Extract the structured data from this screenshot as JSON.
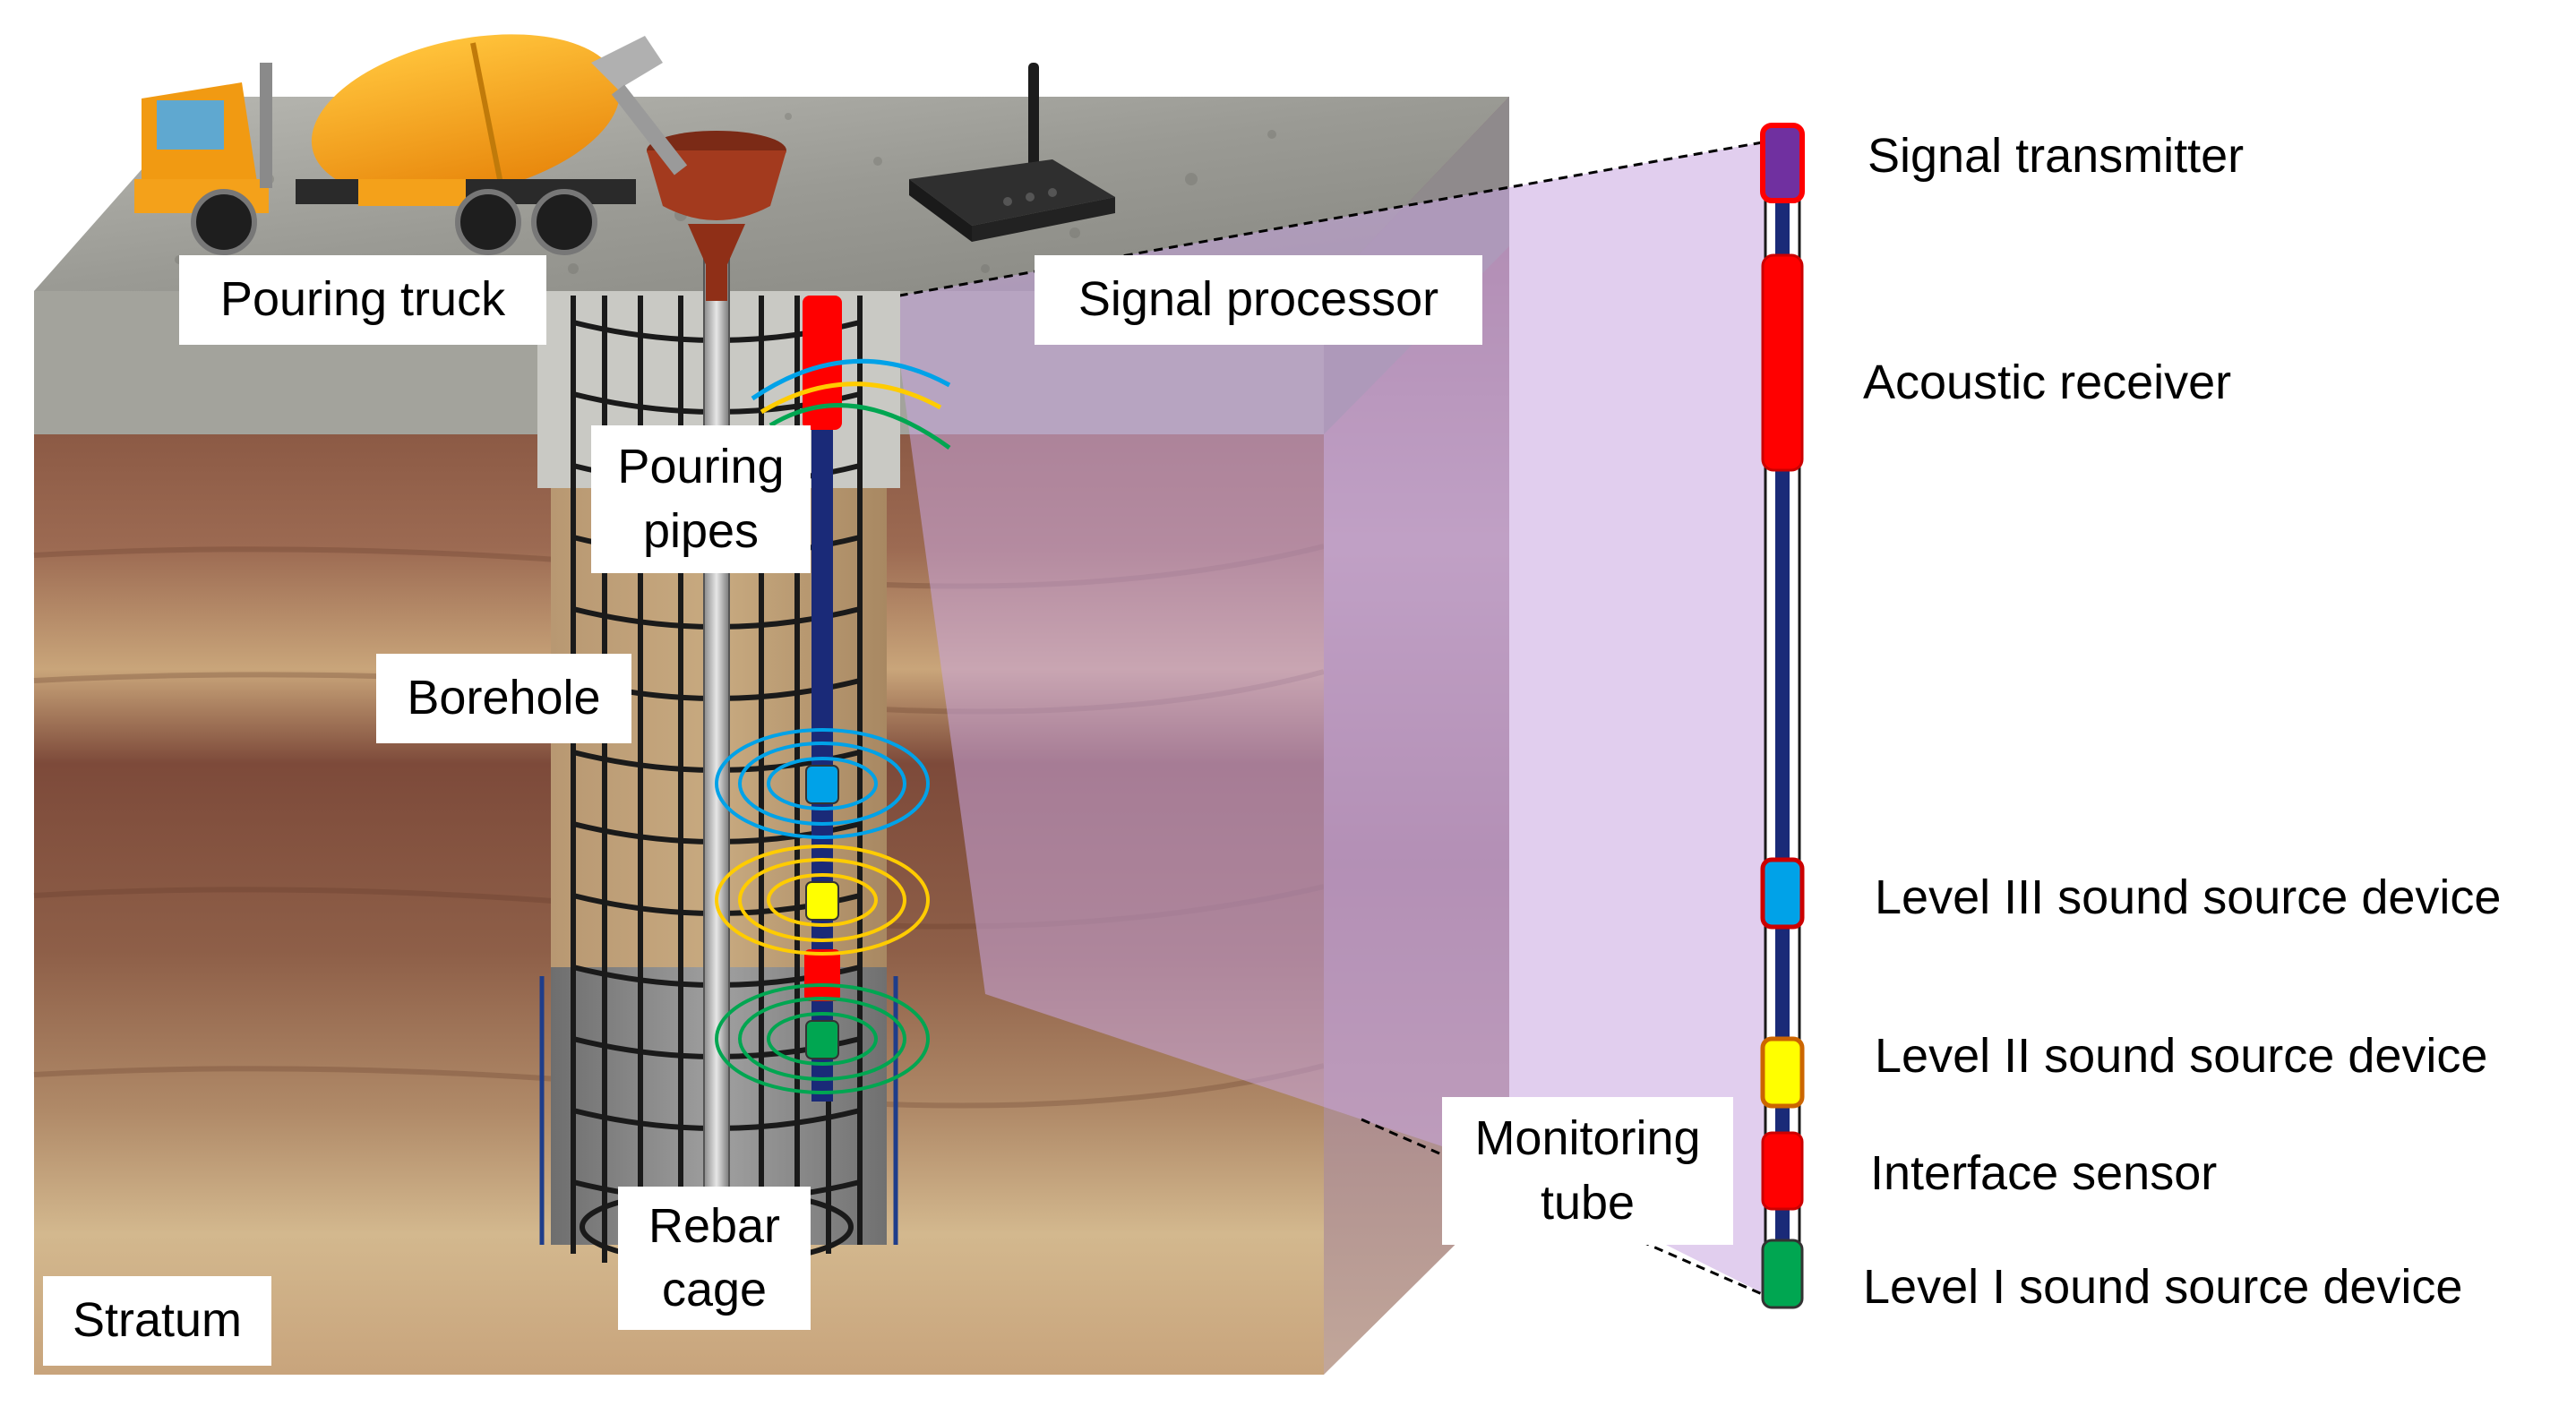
{
  "labels": {
    "pouring_truck": "Pouring truck",
    "signal_processor": "Signal processor",
    "pouring_pipes": "Pouring\npipes",
    "borehole": "Borehole",
    "rebar_cage": "Rebar\ncage",
    "stratum": "Stratum",
    "monitoring_tube": "Monitoring\ntube"
  },
  "tube_components": [
    {
      "label": "Signal transmitter",
      "color": "#7030a0",
      "icon": "purple-cylinder"
    },
    {
      "label": "Acoustic receiver",
      "color": "#ff0000",
      "icon": "red-cylinder"
    },
    {
      "label": "Level III sound source device",
      "color": "#00a2e8",
      "icon": "blue-cylinder"
    },
    {
      "label": "Level II sound source device",
      "color": "#ffff00",
      "icon": "yellow-cylinder"
    },
    {
      "label": "Interface sensor",
      "color": "#ff0000",
      "icon": "red-cylinder"
    },
    {
      "label": "Level I sound source device",
      "color": "#00a651",
      "icon": "green-cylinder"
    }
  ],
  "colors": {
    "tube_body": "#1a2a78",
    "overlay": "#c8a6e0",
    "wave_blue": "#00a2e8",
    "wave_yellow": "#ffcc00",
    "wave_green": "#00a651"
  }
}
